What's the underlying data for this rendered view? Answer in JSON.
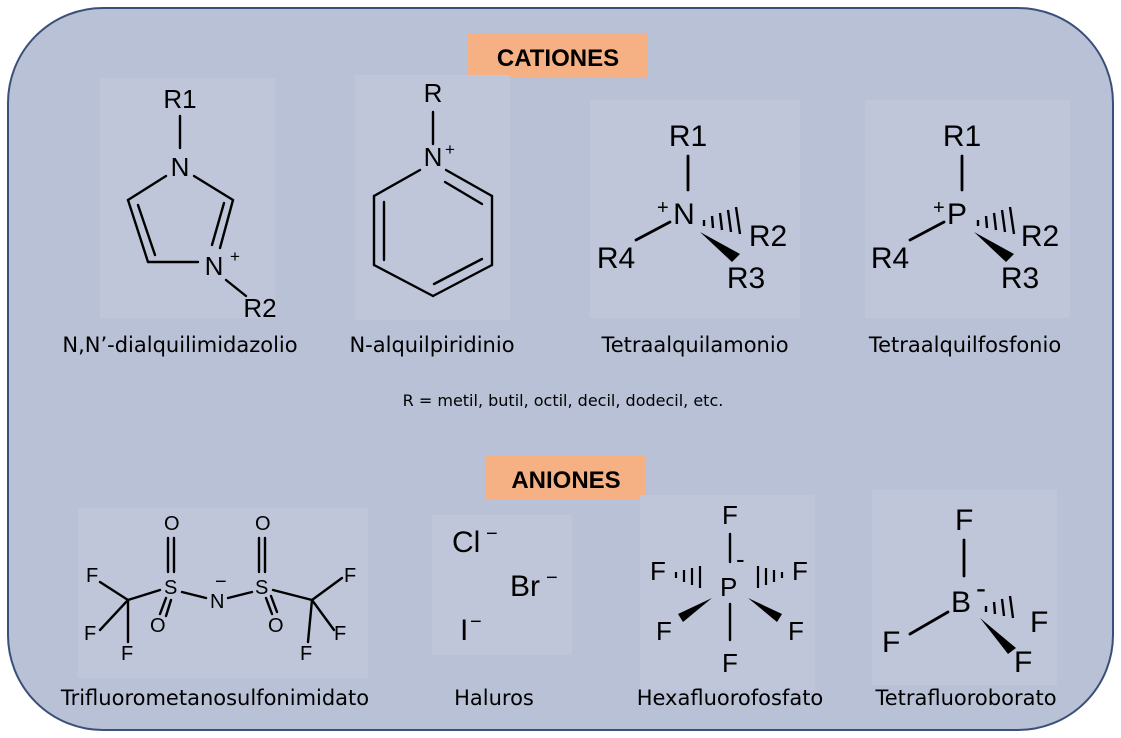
{
  "headers": {
    "cations": "CATIONES",
    "anions": "ANIONES"
  },
  "r_note": "R = metil, butil, octil, decil, dodecil, etc.",
  "cations": [
    {
      "name": "N,N’-dialquilimidazolio",
      "substituents": [
        "R1",
        "R2"
      ],
      "atom": "N",
      "charge": "+"
    },
    {
      "name": "N-alquilpiridinio",
      "substituents": [
        "R"
      ],
      "atom": "N",
      "charge": "+"
    },
    {
      "name": "Tetraalquilamonio",
      "substituents": [
        "R1",
        "R2",
        "R3",
        "R4"
      ],
      "atom": "N",
      "charge": "+"
    },
    {
      "name": "Tetraalquilfosfonio",
      "substituents": [
        "R1",
        "R2",
        "R3",
        "R4"
      ],
      "atom": "P",
      "charge": "+"
    }
  ],
  "anions": [
    {
      "name": "Trifluorometanosulfonimidato",
      "atoms": {
        "s": "S",
        "o": "O",
        "n": "N",
        "f": "F"
      },
      "charge": "−"
    },
    {
      "name": "Haluros",
      "ions": [
        "Cl",
        "Br",
        "I"
      ],
      "charge": "−"
    },
    {
      "name": "Hexafluorofosfato",
      "atom": "P",
      "ligand": "F",
      "charge": "-"
    },
    {
      "name": "Tetrafluoroborato",
      "atom": "B",
      "ligand": "F",
      "charge": "-"
    }
  ],
  "colors": {
    "panel": "#b9c1d6",
    "panel_border": "#3a4f7a",
    "header_fill": "#f5b183",
    "tile": "#bfc6d9"
  }
}
